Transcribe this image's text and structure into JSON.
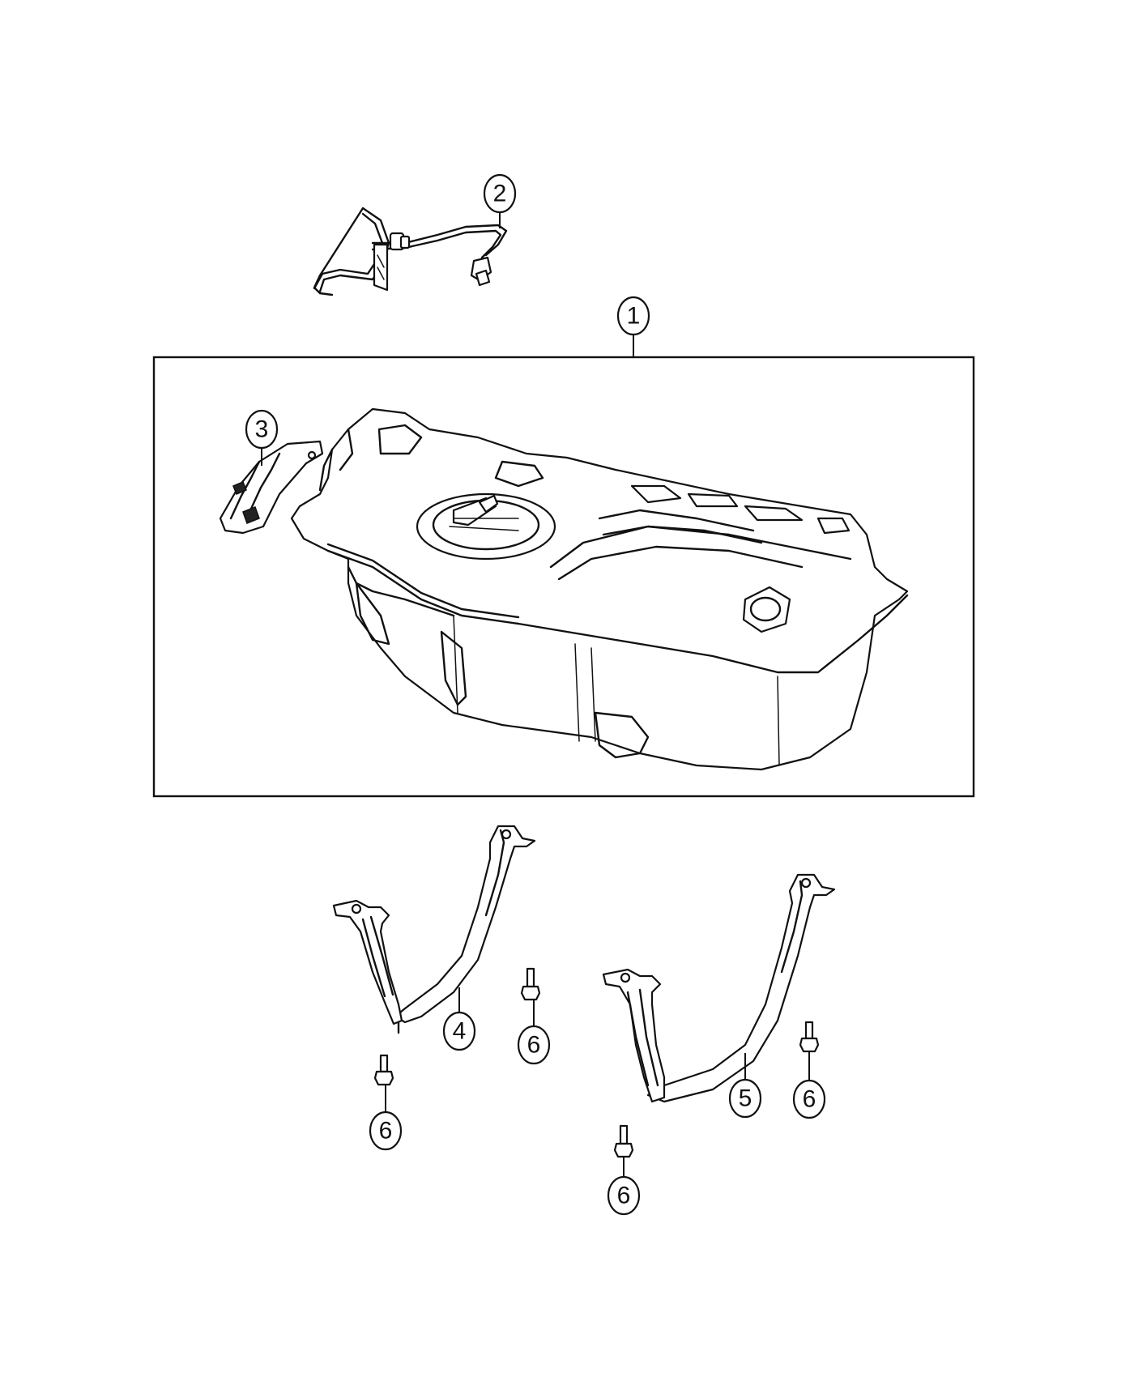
{
  "diagram": {
    "callouts": [
      {
        "id": "c1",
        "label": "1"
      },
      {
        "id": "c2",
        "label": "2"
      },
      {
        "id": "c3",
        "label": "3"
      },
      {
        "id": "c4",
        "label": "4"
      },
      {
        "id": "c5",
        "label": "5"
      },
      {
        "id": "c6a",
        "label": "6"
      },
      {
        "id": "c6b",
        "label": "6"
      },
      {
        "id": "c6c",
        "label": "6"
      },
      {
        "id": "c6d",
        "label": "6"
      }
    ]
  }
}
